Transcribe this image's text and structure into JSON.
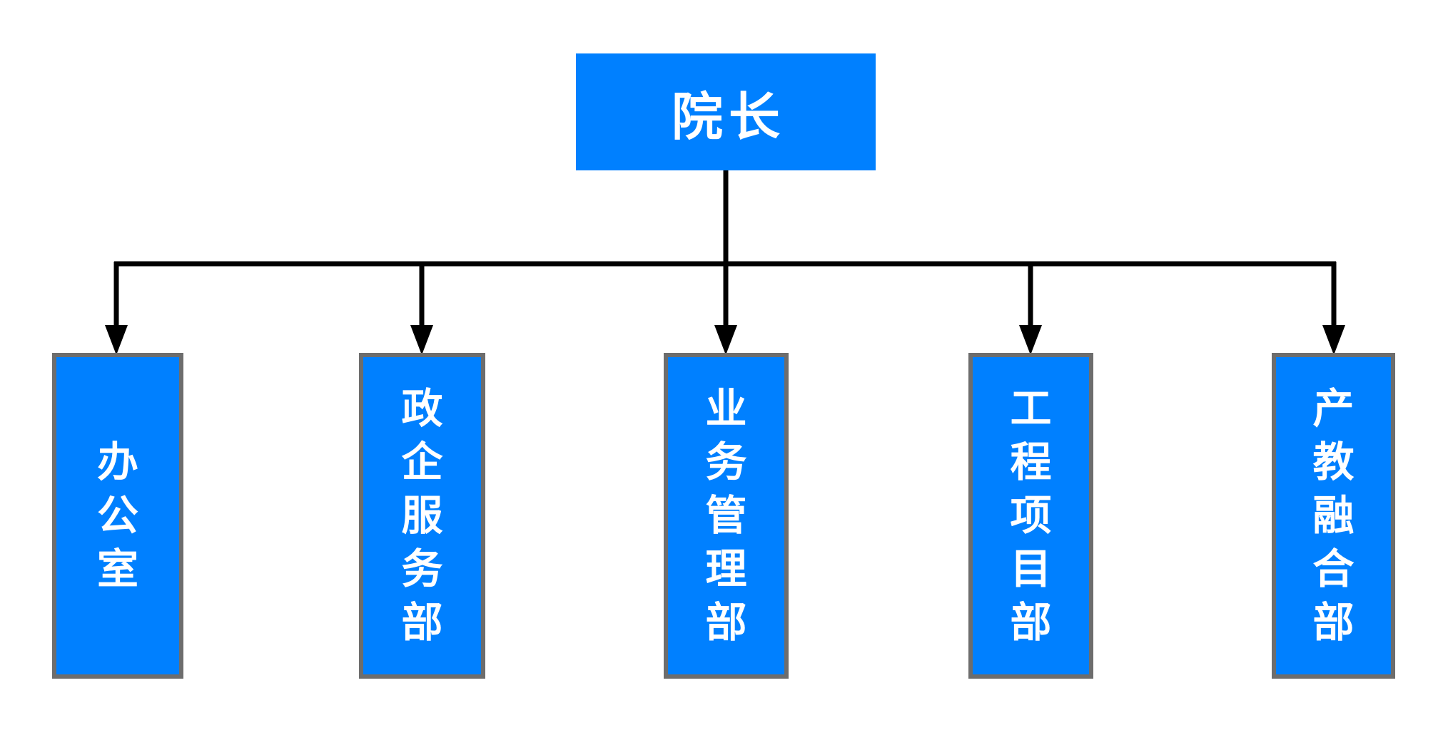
{
  "diagram": {
    "type": "org-chart",
    "root": {
      "label": "院长"
    },
    "departments": [
      {
        "label": "办公室"
      },
      {
        "label": "政企服务部"
      },
      {
        "label": "业务管理部"
      },
      {
        "label": "工程项目部"
      },
      {
        "label": "产教融合部"
      }
    ],
    "colors": {
      "node_fill": "#0080ff",
      "node_text": "#ffffff",
      "dept_border": "#6d6d6d",
      "connector": "#000000",
      "background": "#ffffff"
    }
  }
}
